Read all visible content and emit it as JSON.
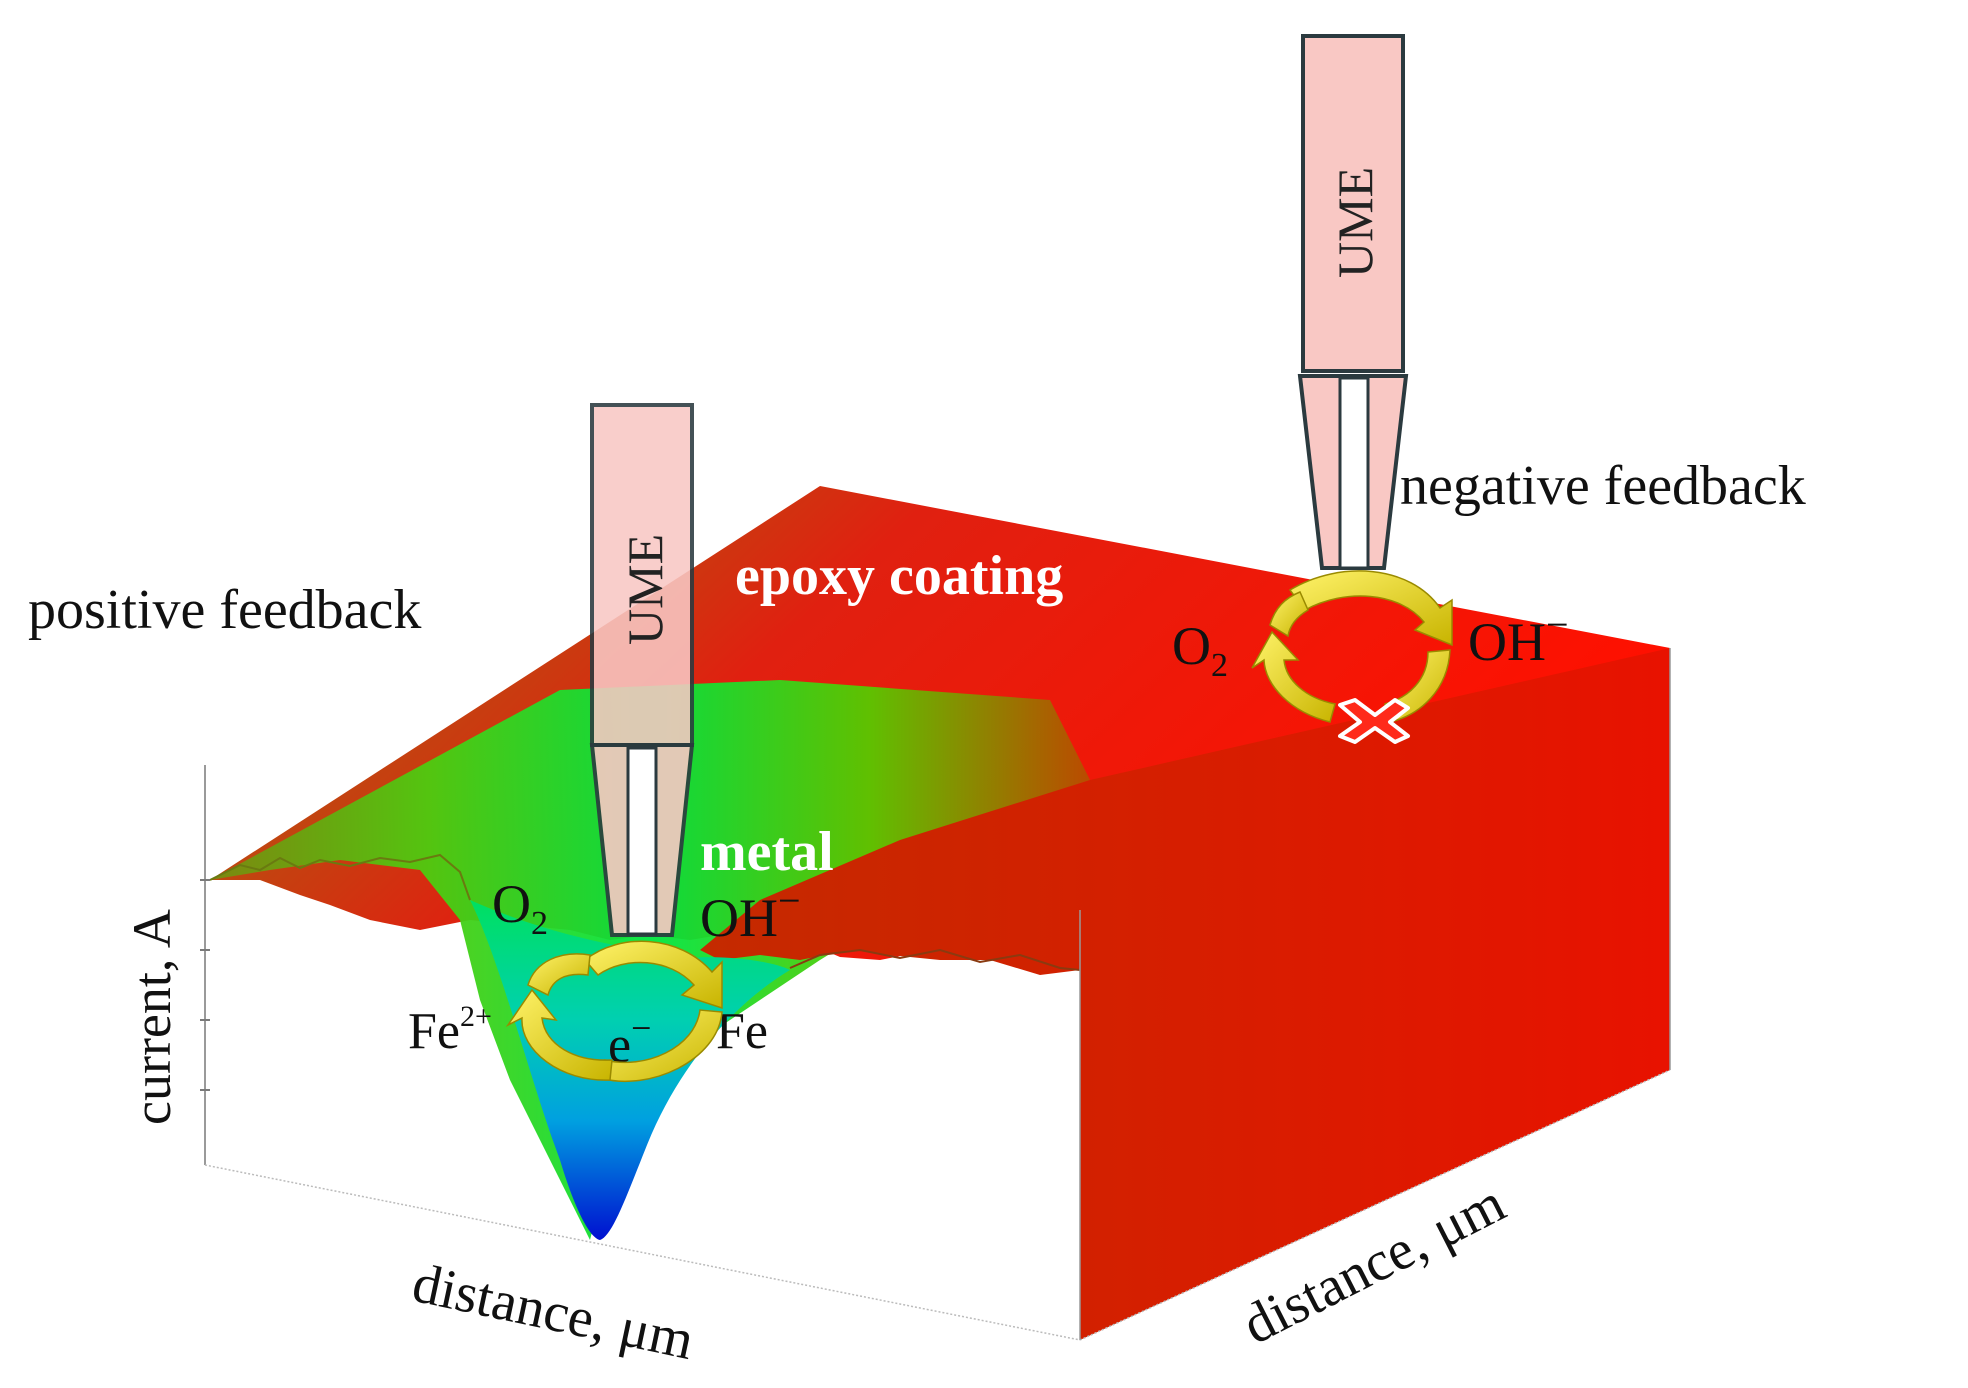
{
  "figure": {
    "surface_labels": {
      "epoxy": "epoxy coating",
      "metal": "metal"
    },
    "axes": {
      "z_label": "current, A",
      "x_label": "distance, μm",
      "y_label": "distance, μm"
    },
    "probes": [
      {
        "name": "left",
        "tip_label": "UME",
        "mode": "positive feedback",
        "species_left": "O",
        "species_left_sub": "2",
        "species_right": "OH",
        "species_right_sup": "−",
        "loop_bottom_left": "Fe",
        "loop_bottom_left_sup": "2+",
        "loop_center": "e",
        "loop_center_sup": "−",
        "loop_bottom_right": "Fe"
      },
      {
        "name": "right",
        "tip_label": "UME",
        "mode": "negative feedback",
        "species_left": "O",
        "species_left_sub": "2",
        "species_right": "OH",
        "species_right_sup": "−",
        "blocked_icon": "x-mark-icon"
      }
    ],
    "colors": {
      "high_current": "#ff0000",
      "mid_current": "#00e000",
      "low_current": "#0000d8",
      "probe_fill": "#f9c8c4",
      "probe_stroke": "#2b3a3f",
      "cycle_arrow": "#f0e020"
    }
  }
}
